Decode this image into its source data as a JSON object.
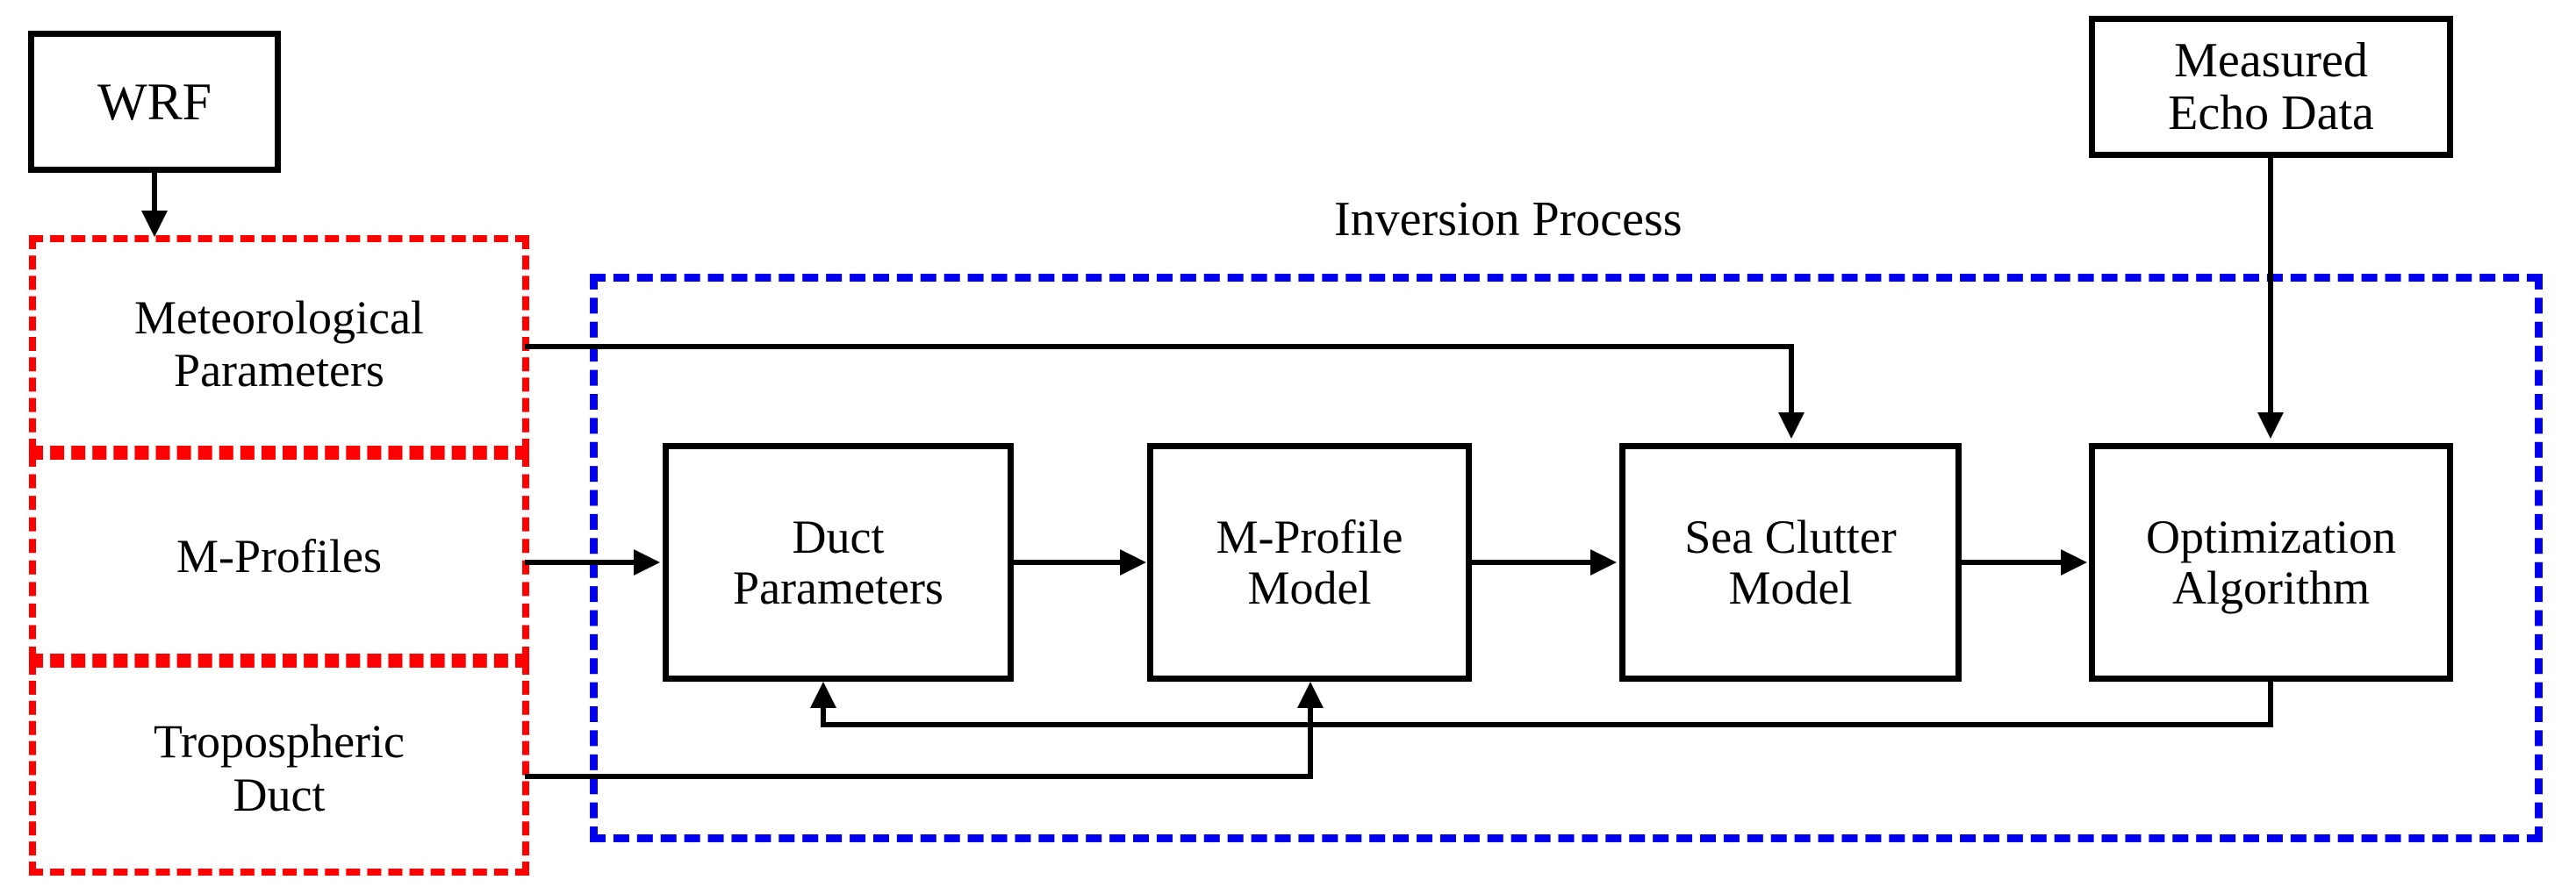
{
  "diagram": {
    "title_label": "Inversion Process",
    "colors": {
      "box_border": "#000000",
      "input_group_border": "#ff0000",
      "process_region_border": "#0000ee",
      "connector": "#000000",
      "background": "#ffffff"
    },
    "source_boxes": [
      {
        "id": "wrf",
        "label": "WRF"
      },
      {
        "id": "measured-echo-data",
        "line1": "Measured",
        "line2": "Echo Data"
      }
    ],
    "input_group": {
      "border_style": "dashed",
      "cells": [
        {
          "id": "meteorological-parameters",
          "line1": "Meteorological",
          "line2": "Parameters"
        },
        {
          "id": "m-profiles",
          "line1": "M-Profiles",
          "line2": ""
        },
        {
          "id": "tropospheric-duct",
          "line1": "Tropospheric",
          "line2": "Duct"
        }
      ]
    },
    "process_boxes": [
      {
        "id": "duct-parameters",
        "line1": "Duct",
        "line2": "Parameters"
      },
      {
        "id": "m-profile-model",
        "line1": "M-Profile",
        "line2": "Model"
      },
      {
        "id": "sea-clutter-model",
        "line1": "Sea Clutter",
        "line2": "Model"
      },
      {
        "id": "optimization-algorithm",
        "line1": "Optimization",
        "line2": "Algorithm"
      }
    ],
    "connections": [
      {
        "from": "wrf",
        "to": "meteorological-parameters",
        "kind": "arrow-down"
      },
      {
        "from": "m-profiles",
        "to": "duct-parameters",
        "kind": "arrow-right"
      },
      {
        "from": "duct-parameters",
        "to": "m-profile-model",
        "kind": "arrow-right"
      },
      {
        "from": "m-profile-model",
        "to": "sea-clutter-model",
        "kind": "arrow-right"
      },
      {
        "from": "sea-clutter-model",
        "to": "optimization-algorithm",
        "kind": "arrow-right"
      },
      {
        "from": "meteorological-parameters",
        "to": "sea-clutter-model",
        "kind": "elbow-right-down"
      },
      {
        "from": "measured-echo-data",
        "to": "optimization-algorithm",
        "kind": "arrow-down"
      },
      {
        "from": "optimization-algorithm",
        "to": "duct-parameters",
        "kind": "feedback-loop-up"
      },
      {
        "from": "optimization-algorithm",
        "to": "m-profile-model",
        "kind": "feedback-loop-up"
      },
      {
        "from": "tropospheric-duct",
        "to": "m-profile-model",
        "kind": "elbow-right-up"
      }
    ]
  }
}
